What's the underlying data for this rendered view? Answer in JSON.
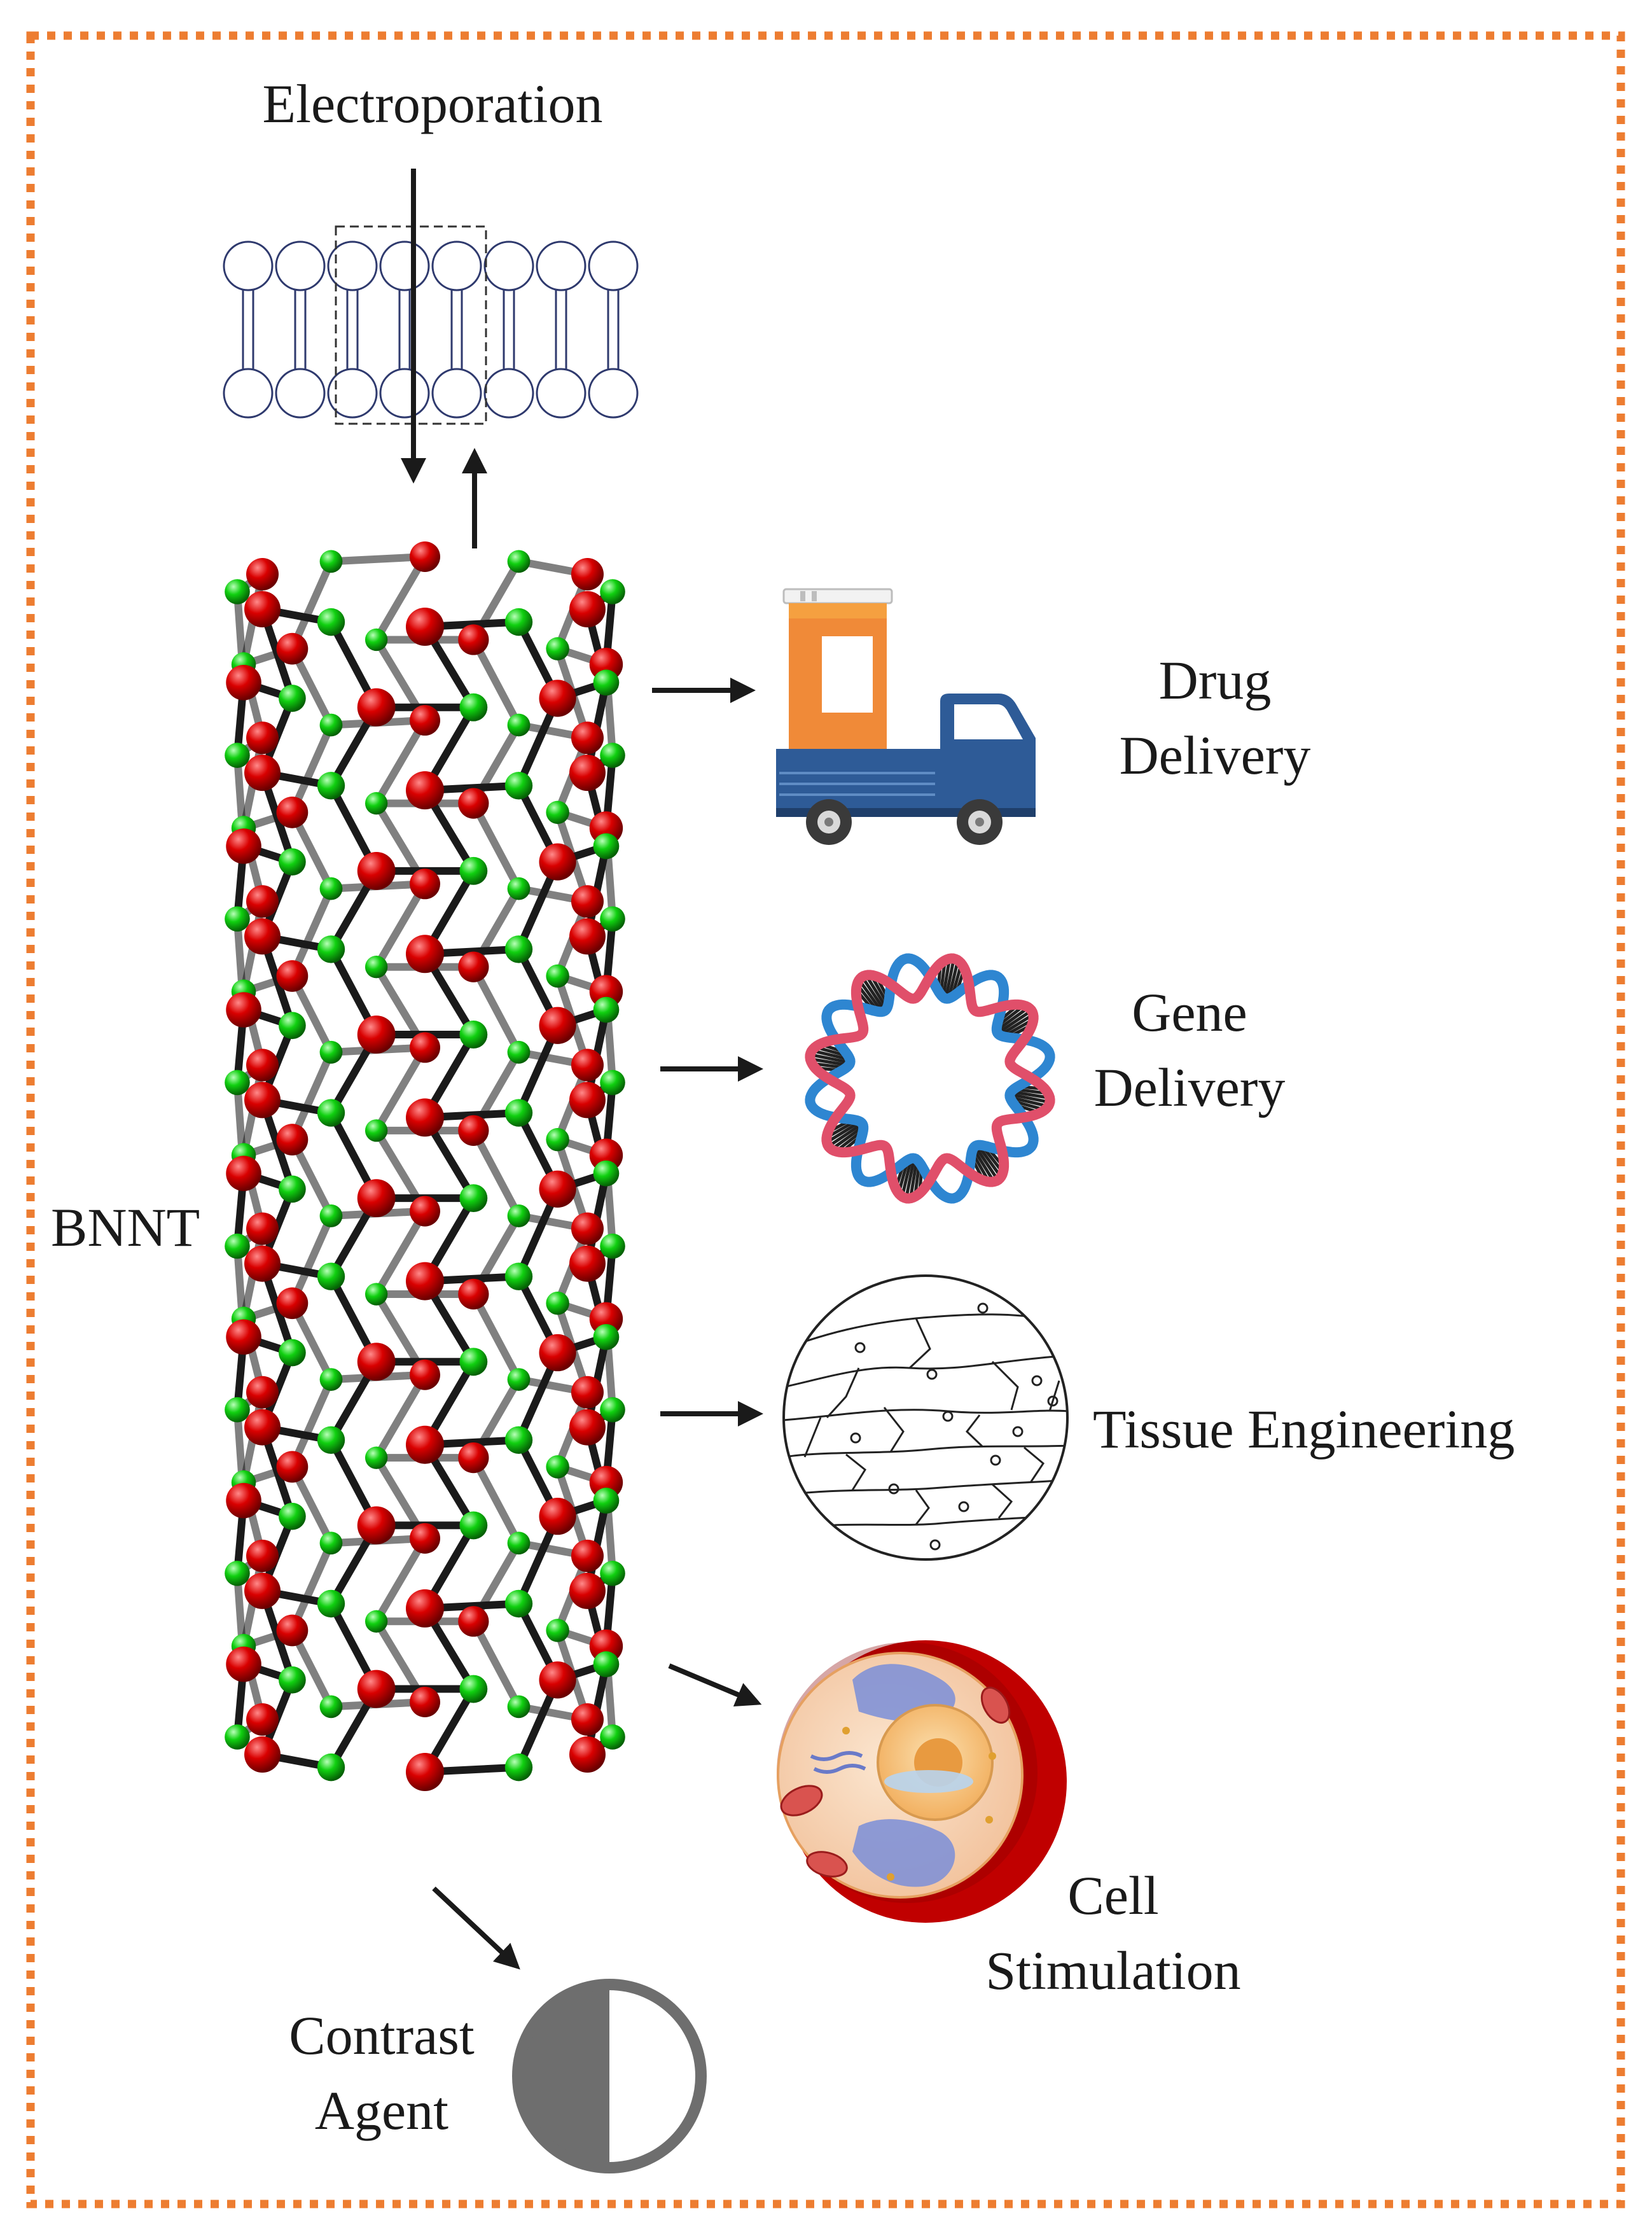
{
  "labels": {
    "electroporation": "Electroporation",
    "bnnt": "BNNT",
    "drug_delivery_1": "Drug",
    "drug_delivery_2": "Delivery",
    "gene_delivery_1": "Gene",
    "gene_delivery_2": "Delivery",
    "tissue_engineering": "Tissue Engineering",
    "cell_stimulation_1": "Cell",
    "cell_stimulation_2": "Stimulation",
    "contrast_agent_1": "Contrast",
    "contrast_agent_2": "Agent"
  },
  "colors": {
    "frame_border": "#ED7D31",
    "boron_atom": "#D90000",
    "nitrogen_atom": "#10D010",
    "bond": "#1A1A1A",
    "arrow": "#1A1A1A",
    "membrane": "#2F3A6E",
    "pill_bottle": "#F08A38",
    "truck": "#2E5B97",
    "dna_strand_1": "#E04F6A",
    "dna_strand_2": "#2E86D1",
    "contrast_fill": "#6E6E6E",
    "cell_outer": "#C00000",
    "cell_cytoplasm": "#F7D6B8"
  },
  "icons": [
    "membrane-bilayer-icon",
    "bnnt-nanotube-icon",
    "drug-truck-icon",
    "plasmid-dna-icon",
    "tissue-icon",
    "cell-icon",
    "contrast-agent-icon"
  ]
}
